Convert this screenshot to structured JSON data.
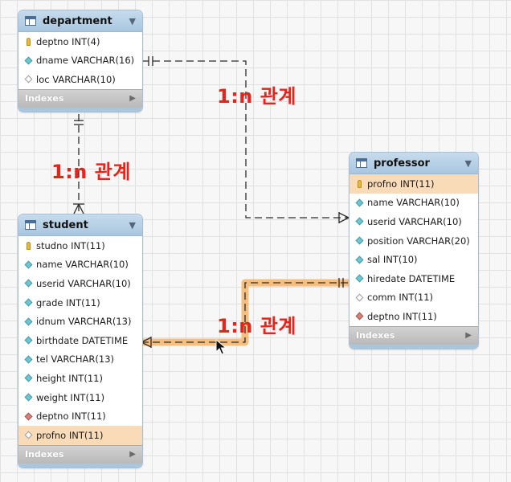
{
  "tables": {
    "department": {
      "name": "department",
      "columns": [
        {
          "label": "deptno INT(4)",
          "icon": "primary-key-icon"
        },
        {
          "label": "dname VARCHAR(16)",
          "icon": "column-icon"
        },
        {
          "label": "loc VARCHAR(10)",
          "icon": "nullable-column-icon"
        }
      ],
      "footer": "Indexes"
    },
    "student": {
      "name": "student",
      "columns": [
        {
          "label": "studno INT(11)",
          "icon": "primary-key-icon"
        },
        {
          "label": "name VARCHAR(10)",
          "icon": "column-icon"
        },
        {
          "label": "userid VARCHAR(10)",
          "icon": "column-icon"
        },
        {
          "label": "grade INT(11)",
          "icon": "column-icon"
        },
        {
          "label": "idnum VARCHAR(13)",
          "icon": "column-icon"
        },
        {
          "label": "birthdate DATETIME",
          "icon": "column-icon"
        },
        {
          "label": "tel VARCHAR(13)",
          "icon": "column-icon"
        },
        {
          "label": "height INT(11)",
          "icon": "column-icon"
        },
        {
          "label": "weight INT(11)",
          "icon": "column-icon"
        },
        {
          "label": "deptno INT(11)",
          "icon": "foreign-key-icon"
        },
        {
          "label": "profno INT(11)",
          "icon": "nullable-column-icon",
          "highlighted": true
        }
      ],
      "footer": "Indexes"
    },
    "professor": {
      "name": "professor",
      "columns": [
        {
          "label": "profno INT(11)",
          "icon": "primary-key-icon",
          "highlighted": true
        },
        {
          "label": "name VARCHAR(10)",
          "icon": "column-icon"
        },
        {
          "label": "userid VARCHAR(10)",
          "icon": "column-icon"
        },
        {
          "label": "position VARCHAR(20)",
          "icon": "column-icon"
        },
        {
          "label": "sal INT(10)",
          "icon": "column-icon"
        },
        {
          "label": "hiredate DATETIME",
          "icon": "column-icon"
        },
        {
          "label": "comm INT(11)",
          "icon": "nullable-column-icon"
        },
        {
          "label": "deptno INT(11)",
          "icon": "foreign-key-icon"
        }
      ],
      "footer": "Indexes"
    }
  },
  "relationships": [
    {
      "from": "department",
      "to": "professor",
      "label": "1:n 관계"
    },
    {
      "from": "department",
      "to": "student",
      "label": "1:n 관계"
    },
    {
      "from": "professor",
      "to": "student",
      "label": "1:n 관계",
      "highlighted": true
    }
  ],
  "colors": {
    "header": "#b7d0e6",
    "highlight": "#f9dcb7",
    "relationship_highlight": "#f6b870",
    "label": "#e8231b",
    "footer": "#c4c4c4"
  }
}
